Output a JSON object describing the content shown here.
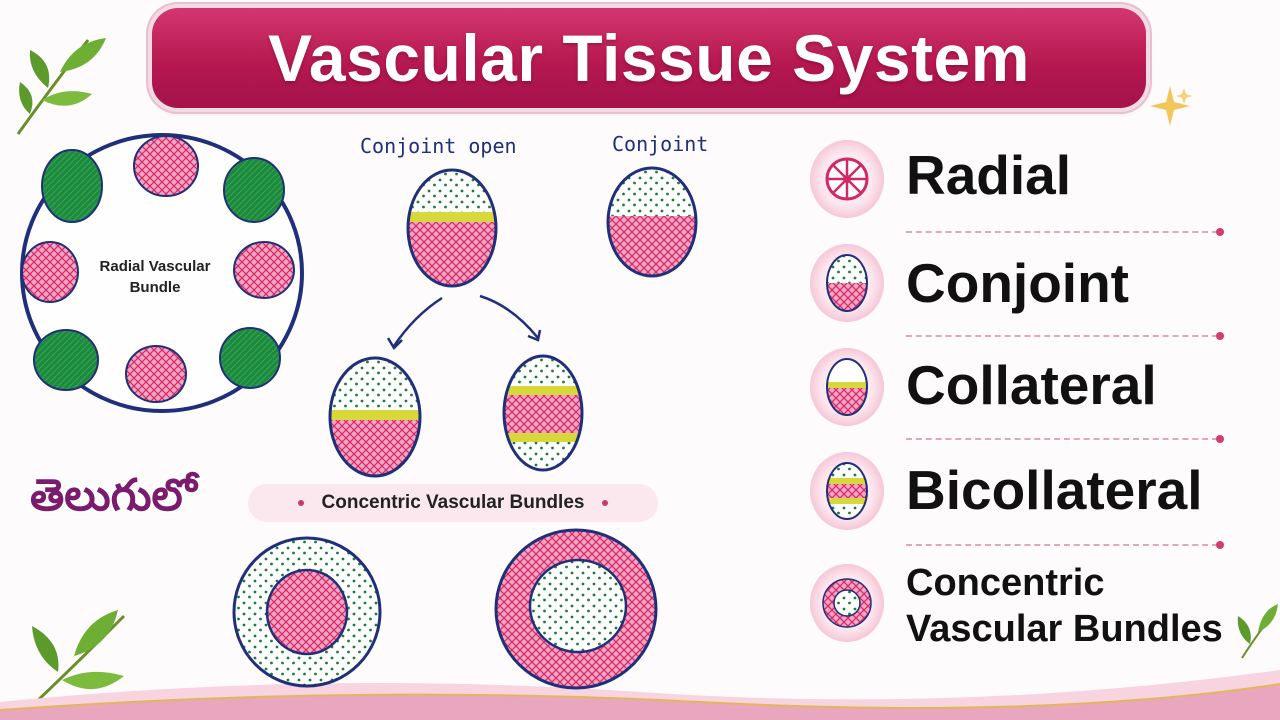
{
  "title": "Vascular Tissue System",
  "language_badge": "తెలుగులో",
  "diagram": {
    "radial_label": "Radial Vascular Bundle",
    "conjoint_open_label": "Conjoint open",
    "conjoint_label": "Conjoint",
    "concentric_heading": "Concentric Vascular Bundles"
  },
  "legend": {
    "items": [
      {
        "label": "Radial",
        "icon": "radial-icon"
      },
      {
        "label": "Conjoint",
        "icon": "conjoint-icon"
      },
      {
        "label": "Collateral",
        "icon": "collateral-icon"
      },
      {
        "label": "Bicollateral",
        "icon": "bicollateral-icon"
      }
    ],
    "last_item": {
      "line1": "Concentric",
      "line2": "Vascular Bundles",
      "icon": "concentric-icon"
    }
  },
  "colors": {
    "banner": "#b61850",
    "xylem_pink": "#e8457d",
    "phloem_green": "#1f8a3e",
    "outline_navy": "#1f2f7a",
    "cambium_yellow": "#d7d93a",
    "accent_dot": "#d23c70"
  }
}
